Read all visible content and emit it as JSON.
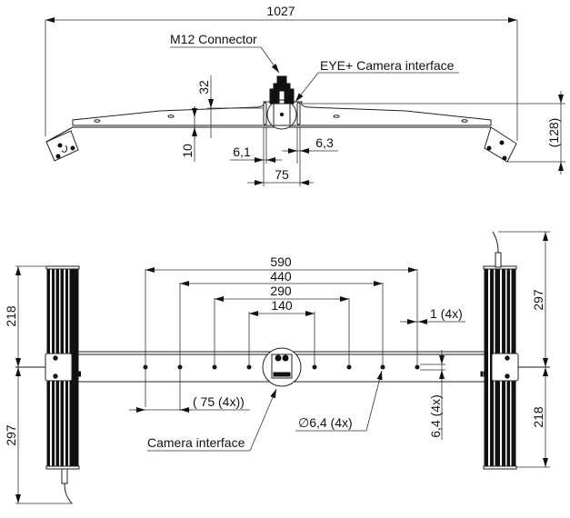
{
  "drawing": {
    "top_view": {
      "dimensions": {
        "overall_width": "1027",
        "height_top": "32",
        "thickness": "10",
        "slot_left": "6,1",
        "slot_right": "6,3",
        "slot_spacing": "75",
        "overall_height": "(128)"
      },
      "labels": {
        "m12": "M12 Connector",
        "eye_camera": "EYE+ Camera interface"
      }
    },
    "front_view": {
      "dimensions": {
        "d590": "590",
        "d440": "440",
        "d290": "290",
        "d140": "140",
        "gap": "1 (4x)",
        "pitch": "( 75 (4x))",
        "hole_dia": "∅6,4 (4x)",
        "slot_width": "6,4 (4x)",
        "left_upper": "218",
        "left_lower": "297",
        "right_upper": "297",
        "right_lower": "218"
      },
      "labels": {
        "camera": "Camera interface"
      }
    }
  }
}
